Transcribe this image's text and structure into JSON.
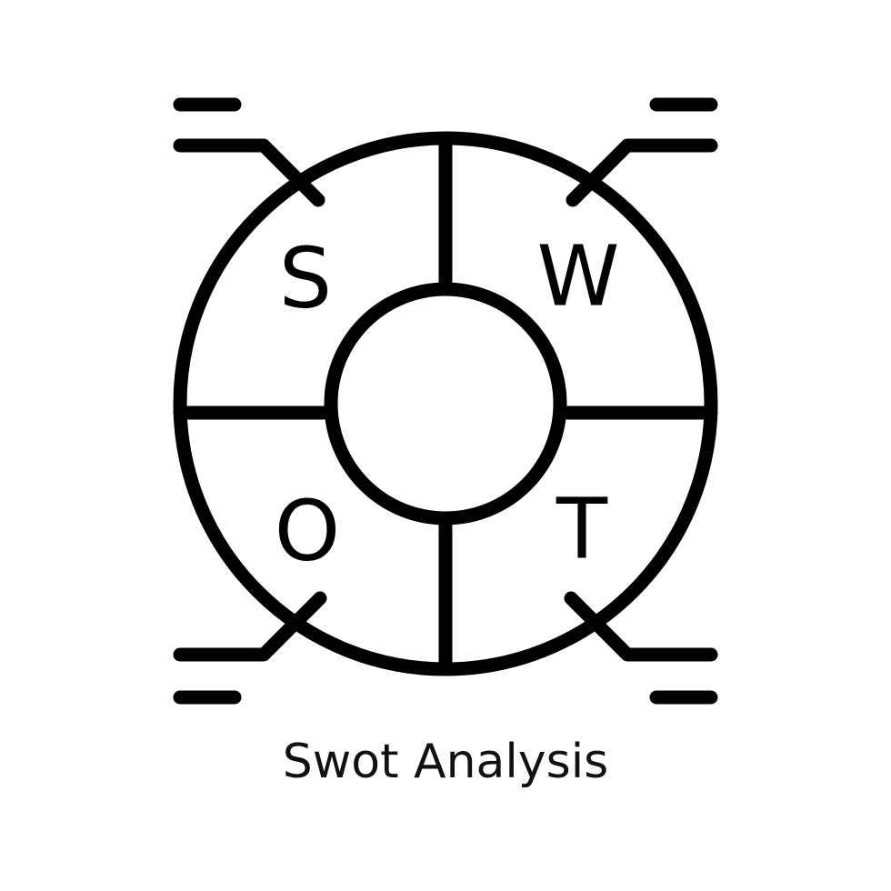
{
  "icon": {
    "name": "swot-analysis-icon",
    "stroke_color": "#000000",
    "quadrants": [
      {
        "id": "strengths",
        "letter": "S"
      },
      {
        "id": "weaknesses",
        "letter": "W"
      },
      {
        "id": "opportunities",
        "letter": "O"
      },
      {
        "id": "threats",
        "letter": "T"
      }
    ]
  },
  "caption": "Swot Analysis"
}
